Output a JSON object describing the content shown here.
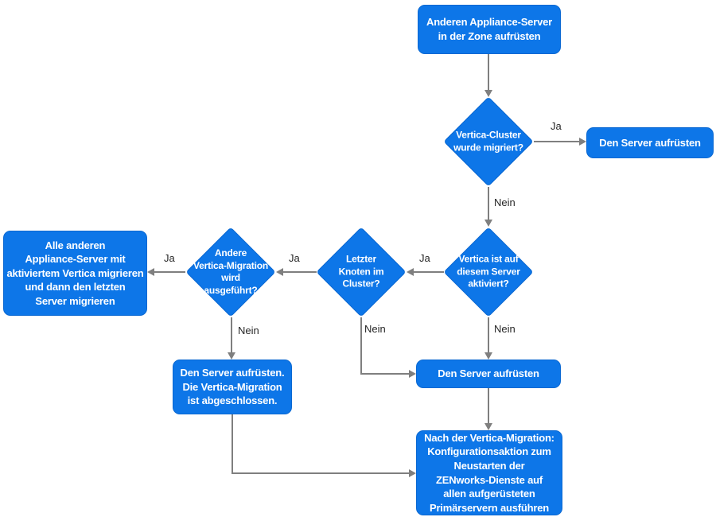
{
  "diagram": {
    "language": "de",
    "nodes": {
      "start": {
        "type": "process",
        "label": "Anderen Appliance-Server\nin der Zone aufrüsten"
      },
      "d1": {
        "type": "decision",
        "label": "Vertica-Cluster\nwurde migriert?"
      },
      "upgrade_right": {
        "type": "process",
        "label": "Den Server aufrüsten"
      },
      "d2": {
        "type": "decision",
        "label": "Vertica ist auf\ndiesem Server\naktiviert?"
      },
      "d3": {
        "type": "decision",
        "label": "Letzter\nKnoten im\nCluster?"
      },
      "d4": {
        "type": "decision",
        "label": "Andere\nVertica-Migration\nwird\nausgeführt?"
      },
      "migrate_all": {
        "type": "process",
        "label": "Alle anderen\nAppliance-Server mit\naktiviertem Vertica migrieren\nund dann den letzten\nServer migrieren"
      },
      "upgrade_done": {
        "type": "process",
        "label": "Den Server aufrüsten.\nDie Vertica-Migration\nist abgeschlossen."
      },
      "upgrade_mid": {
        "type": "process",
        "label": "Den Server aufrüsten"
      },
      "post_migration": {
        "type": "process",
        "label": "Nach der Vertica-Migration:\nKonfigurationsaktion zum\nNeustarten der\nZENworks-Dienste auf\nallen aufgerüsteten\nPrimärservern ausführen"
      }
    },
    "edges": {
      "d1_yes": {
        "label": "Ja"
      },
      "d1_no": {
        "label": "Nein"
      },
      "d2_yes": {
        "label": "Ja"
      },
      "d2_no": {
        "label": "Nein"
      },
      "d3_yes": {
        "label": "Ja"
      },
      "d3_no": {
        "label": "Nein"
      },
      "d4_yes": {
        "label": "Ja"
      },
      "d4_no": {
        "label": "Nein"
      }
    },
    "colors": {
      "node_fill": "#0d76e8",
      "node_border": "#0a68d2",
      "node_text": "#ffffff",
      "connector": "#7f7f7f",
      "edge_label": "#262626",
      "background": "#ffffff"
    }
  }
}
